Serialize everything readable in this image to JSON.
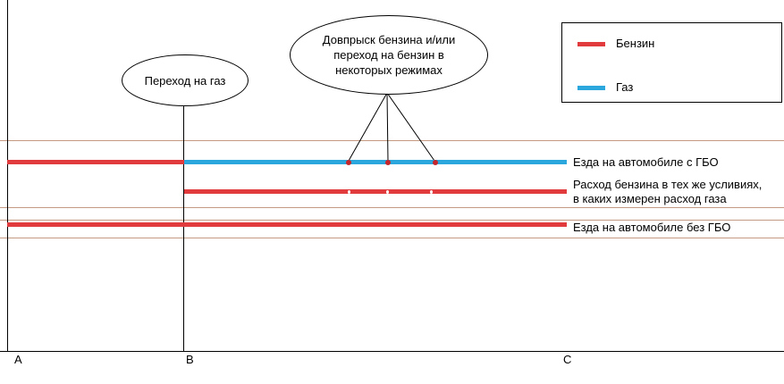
{
  "colors": {
    "petrol_red": "#e13b3e",
    "gas_blue": "#2ba7dd",
    "guide_line": "#c59a83",
    "outline": "#000000"
  },
  "callouts": {
    "transition": "Переход на газ",
    "injection_line1": "Довпрыск бензина и/или",
    "injection_line2": "переход на бензин в",
    "injection_line3": "некоторых режимах"
  },
  "legend": {
    "petrol": "Бензин",
    "gas": "Газ"
  },
  "rows": {
    "with_gbo": "Езда на автомобиле с ГБО",
    "petrol_same_1": "Расход бензина в тех же усливиях,",
    "petrol_same_2": "в каких измерен расход газа",
    "without_gbo": "Езда на автомобиле без ГБО"
  },
  "axis": {
    "a": "A",
    "b": "B",
    "c": "C"
  }
}
